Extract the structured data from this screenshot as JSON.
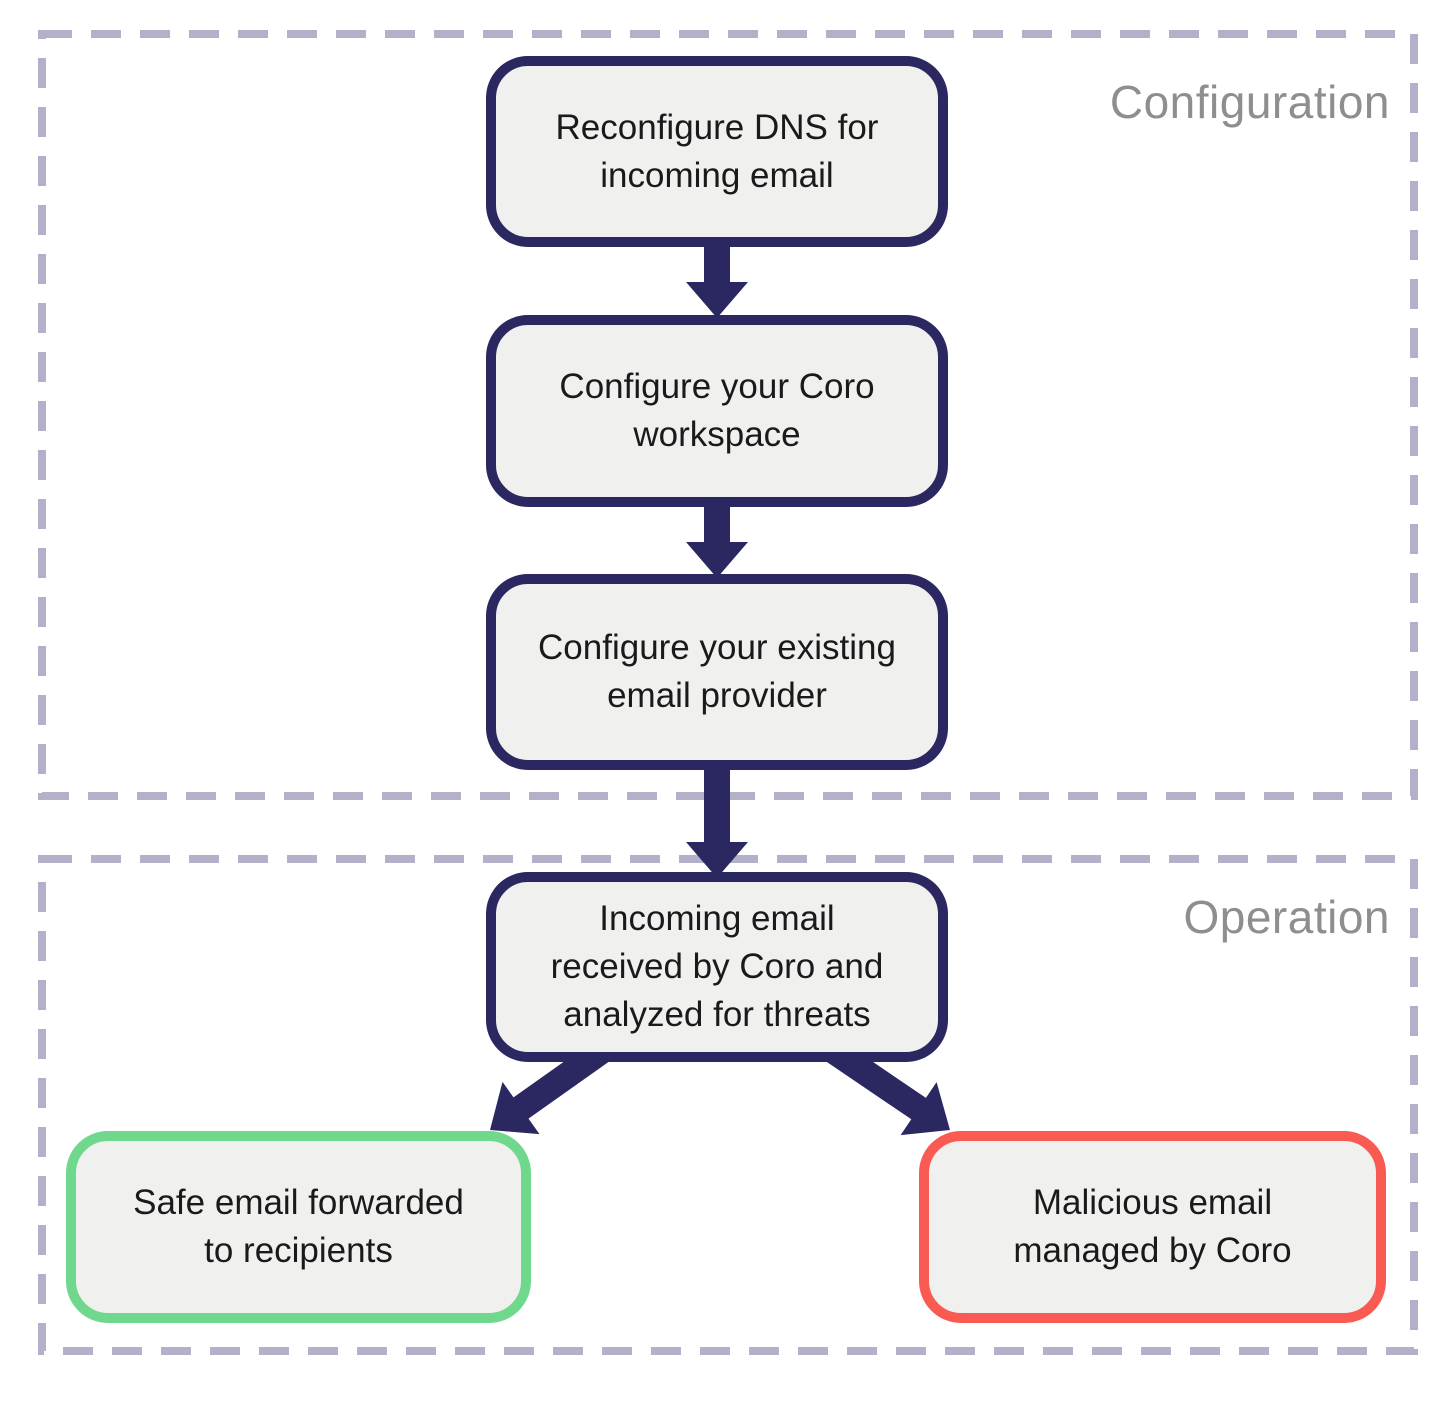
{
  "sections": {
    "configuration": {
      "label": "Configuration"
    },
    "operation": {
      "label": "Operation"
    }
  },
  "nodes": {
    "reconfigure_dns": {
      "label": "Reconfigure DNS for\nincoming email"
    },
    "configure_workspace": {
      "label": "Configure your Coro\nworkspace"
    },
    "configure_provider": {
      "label": "Configure your existing\nemail provider"
    },
    "incoming_analyzed": {
      "label": "Incoming email\nreceived by Coro and\nanalyzed for threats"
    },
    "safe_email": {
      "label": "Safe email forwarded\nto recipients"
    },
    "malicious_email": {
      "label": "Malicious email\nmanaged by Coro"
    }
  },
  "edges": [
    {
      "from": "reconfigure_dns",
      "to": "configure_workspace"
    },
    {
      "from": "configure_workspace",
      "to": "configure_provider"
    },
    {
      "from": "configure_provider",
      "to": "incoming_analyzed"
    },
    {
      "from": "incoming_analyzed",
      "to": "safe_email"
    },
    {
      "from": "incoming_analyzed",
      "to": "malicious_email"
    }
  ],
  "colors": {
    "node_border": "#2b2760",
    "node_fill": "#f0f0ef",
    "arrow": "#2b2760",
    "safe_border": "#70d88c",
    "malicious_border": "#f95b52",
    "section_border": "#b3b1c9",
    "section_label_text": "#8e8e8e",
    "node_text": "#1a1a1a"
  }
}
